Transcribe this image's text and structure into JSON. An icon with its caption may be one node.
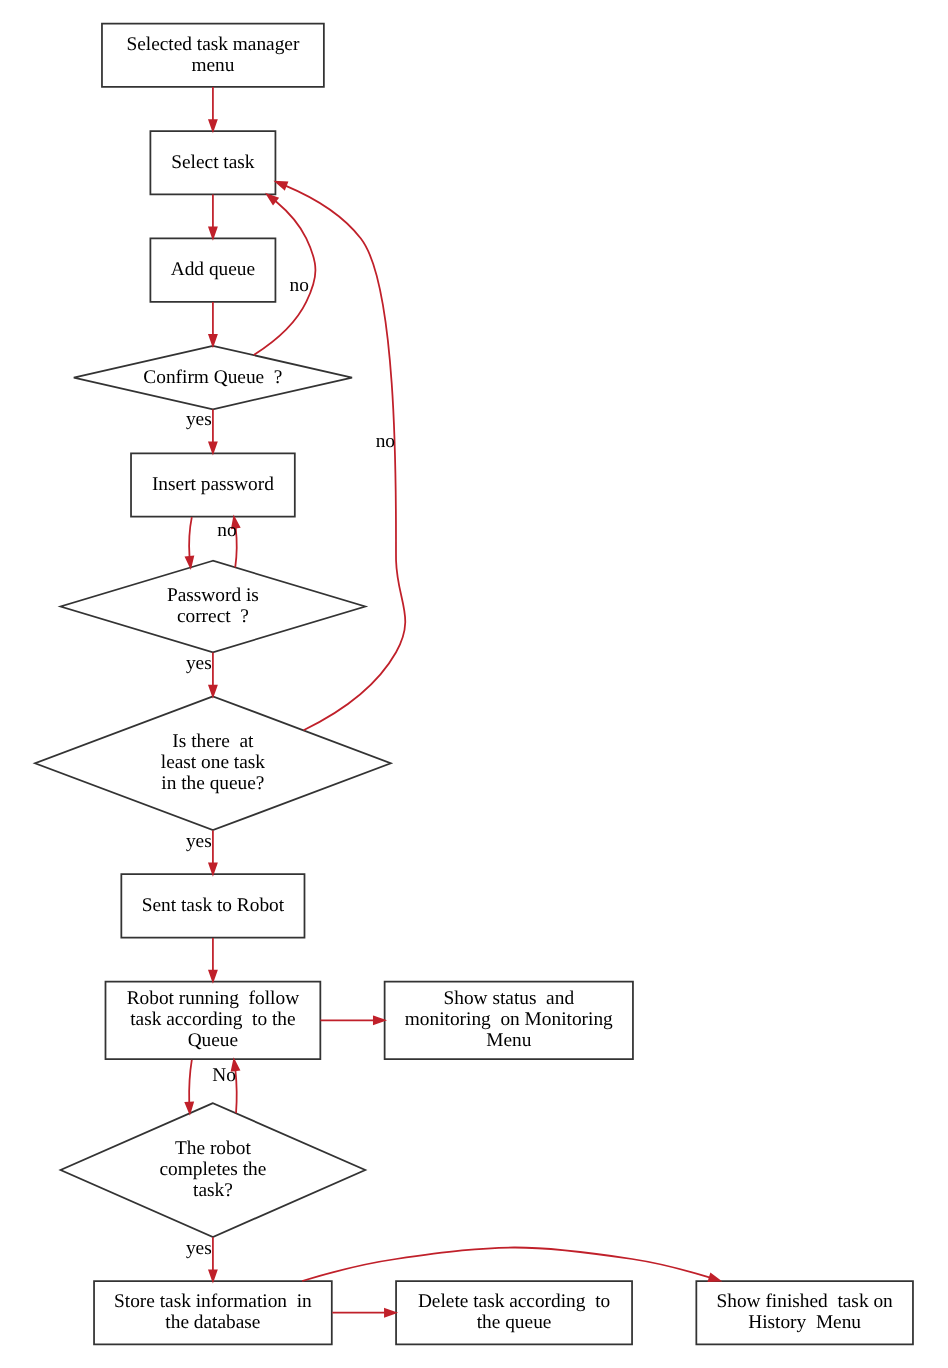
{
  "diagram": {
    "nodes": [
      {
        "text": [
          "Selected task manager  menu"
        ]
      },
      {
        "text": [
          "Select task"
        ]
      },
      {
        "text": [
          "Add queue"
        ]
      },
      {
        "text": [
          "Confirm Queue  ?"
        ]
      },
      {
        "text": [
          "Insert password"
        ]
      },
      {
        "text": [
          "Password is correct  ?"
        ]
      },
      {
        "text": [
          "Is there  at least one task in the queue?"
        ]
      },
      {
        "text": [
          "Sent task to Robot"
        ]
      },
      {
        "text": [
          "Robot running  follow  task according  to the Queue"
        ]
      },
      {
        "text": [
          "Show status  and monitoring  on Monitoring  Menu"
        ]
      },
      {
        "text": [
          "The robot completes the task?"
        ]
      },
      {
        "text": [
          "Store task information  in the database"
        ]
      },
      {
        "text": [
          "Show finished  task on History  Menu"
        ]
      },
      {
        "text": [
          "Delete task according  to the queue"
        ]
      }
    ],
    "edges": [
      {
        "from": 0,
        "to": 1,
        "arrow": "to"
      },
      {
        "from": 1,
        "to": 2,
        "arrow": "to"
      },
      {
        "from": 2,
        "to": 3,
        "arrow": "to"
      },
      {
        "from": 3,
        "to": 1,
        "arrow": "to",
        "label": "no"
      },
      {
        "from": 3,
        "to": 4,
        "arrow": "to",
        "label": "yes"
      },
      {
        "from": 4,
        "to": 5,
        "arrow": "to"
      },
      {
        "from": 5,
        "to": 4,
        "arrow": "to",
        "label": "no"
      },
      {
        "from": 5,
        "to": 6,
        "arrow": "to",
        "label": "yes"
      },
      {
        "from": 6,
        "to": 1,
        "arrow": "to",
        "label": "no"
      },
      {
        "from": 6,
        "to": 7,
        "arrow": "to",
        "label": "yes"
      },
      {
        "from": 7,
        "to": 8,
        "arrow": "to"
      },
      {
        "from": 8,
        "to": 9,
        "arrow": "to"
      },
      {
        "from": 8,
        "to": 10,
        "arrow": "to"
      },
      {
        "from": 10,
        "to": 8,
        "arrow": "to",
        "label": "No"
      },
      {
        "from": 10,
        "to": 11,
        "arrow": "to",
        "label": "yes"
      },
      {
        "from": 11,
        "to": 12,
        "arrow": "to"
      },
      {
        "from": 11,
        "to": 13,
        "arrow": "to"
      }
    ]
  }
}
